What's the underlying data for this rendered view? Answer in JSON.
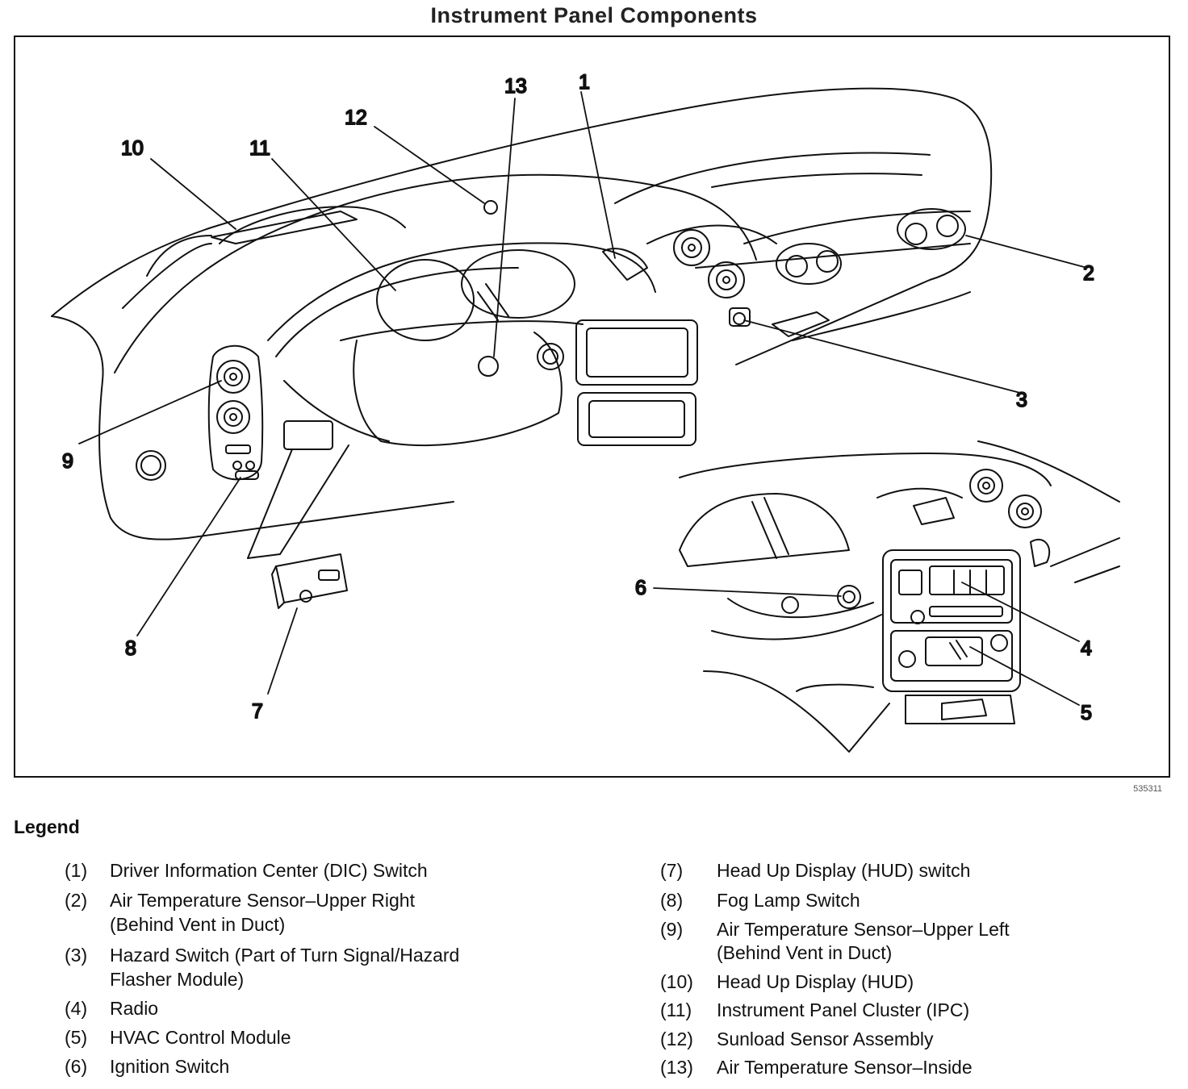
{
  "title": "Instrument Panel Components",
  "figure_id": "535311",
  "callouts": [
    "1",
    "2",
    "3",
    "4",
    "5",
    "6",
    "7",
    "8",
    "9",
    "10",
    "11",
    "12",
    "13"
  ],
  "legend": {
    "heading": "Legend",
    "items": [
      {
        "num": "(1)",
        "text": "Driver Information Center (DIC) Switch"
      },
      {
        "num": "(2)",
        "text": "Air Temperature Sensor–Upper Right",
        "text2": "(Behind Vent in Duct)"
      },
      {
        "num": "(3)",
        "text": "Hazard Switch (Part of Turn Signal/Hazard",
        "text2": "Flasher Module)"
      },
      {
        "num": "(4)",
        "text": "Radio"
      },
      {
        "num": "(5)",
        "text": "HVAC Control Module"
      },
      {
        "num": "(6)",
        "text": "Ignition Switch"
      },
      {
        "num": "(7)",
        "text": "Head Up Display (HUD) switch"
      },
      {
        "num": "(8)",
        "text": "Fog Lamp Switch"
      },
      {
        "num": "(9)",
        "text": "Air Temperature Sensor–Upper Left",
        "text2": "(Behind Vent in Duct)"
      },
      {
        "num": "(10)",
        "text": "Head Up Display (HUD)"
      },
      {
        "num": "(11)",
        "text": "Instrument Panel Cluster (IPC)"
      },
      {
        "num": "(12)",
        "text": "Sunload Sensor Assembly"
      },
      {
        "num": "(13)",
        "text": "Air Temperature Sensor–Inside"
      }
    ]
  }
}
